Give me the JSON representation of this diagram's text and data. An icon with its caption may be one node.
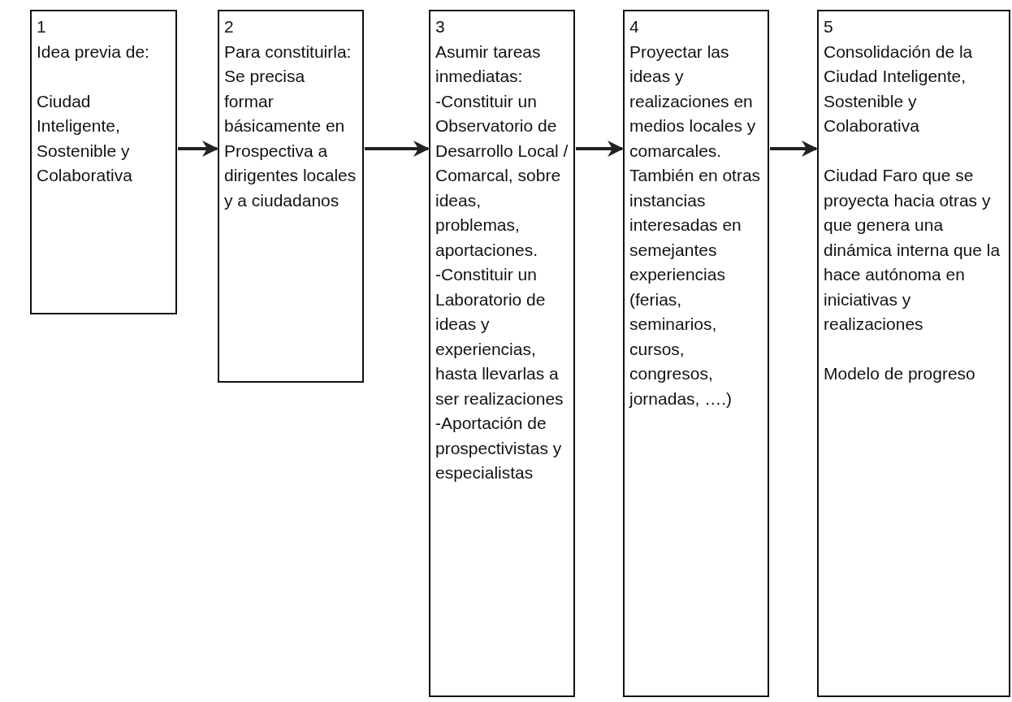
{
  "diagram": {
    "nodes": [
      {
        "text": [
          "1",
          "Idea previa de:",
          "Ciudad Inteligente, Sostenible y Colaborativa"
        ]
      },
      {
        "text": [
          "2",
          "Para constituirla:",
          "Se precisa formar básicamente en Prospectiva a dirigentes locales y a ciudadanos"
        ]
      },
      {
        "text": [
          "3",
          "Asumir tareas inmediatas:",
          "-Constituir un Observatorio de Desarrollo Local / Comarcal, sobre ideas, problemas, aportaciones.",
          "-Constituir un Laboratorio de ideas y experiencias, hasta llevarlas a ser realizaciones",
          "-Aportación de prospectivistas y especialistas"
        ]
      },
      {
        "text": [
          "4",
          "Proyectar las ideas y realizaciones en medios locales y comarcales.",
          "También en otras instancias interesadas en semejantes experiencias (ferias, seminarios, cursos, congresos, jornadas, ….)"
        ]
      },
      {
        "text": [
          "5",
          "Consolidación de la Ciudad Inteligente, Sostenible y Colaborativa",
          "Ciudad Faro que se proyecta hacia otras y que genera una dinámica interna que la hace autónoma en iniciativas y realizaciones",
          "Modelo de progreso"
        ]
      }
    ],
    "edges": [
      {
        "from": 0,
        "to": 1,
        "arrow": "to"
      },
      {
        "from": 1,
        "to": 2,
        "arrow": "to"
      },
      {
        "from": 2,
        "to": 3,
        "arrow": "to"
      },
      {
        "from": 3,
        "to": 4,
        "arrow": "to"
      }
    ]
  }
}
